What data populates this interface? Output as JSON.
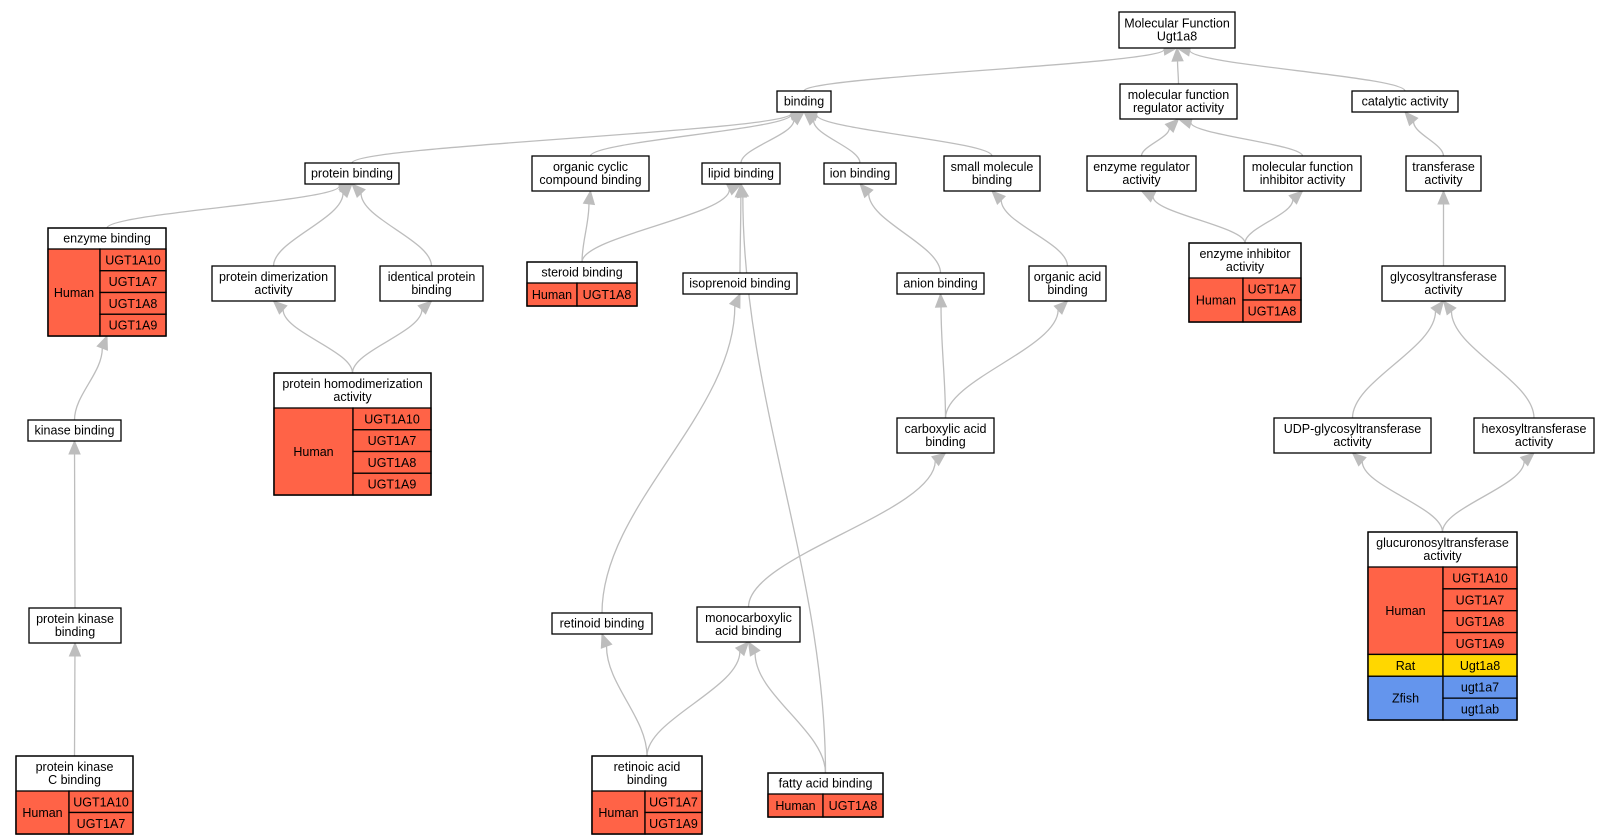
{
  "diagram": {
    "colors": {
      "Human": "#ff6347",
      "Rat": "#ffd700",
      "Zfish": "#6495ed",
      "edge": "#bdbdbd"
    },
    "nodes": [
      {
        "id": "mf",
        "lines": [
          "Molecular Function",
          "Ugt1a8"
        ]
      },
      {
        "id": "binding",
        "lines": [
          "binding"
        ]
      },
      {
        "id": "mfra",
        "lines": [
          "molecular function",
          "regulator activity"
        ]
      },
      {
        "id": "catalytic",
        "lines": [
          "catalytic activity"
        ]
      },
      {
        "id": "protein_binding",
        "lines": [
          "protein binding"
        ]
      },
      {
        "id": "organic_cyclic",
        "lines": [
          "organic cyclic",
          "compound binding"
        ]
      },
      {
        "id": "lipid_binding",
        "lines": [
          "lipid binding"
        ]
      },
      {
        "id": "ion_binding",
        "lines": [
          "ion binding"
        ]
      },
      {
        "id": "small_molecule",
        "lines": [
          "small molecule",
          "binding"
        ]
      },
      {
        "id": "enzyme_regulator",
        "lines": [
          "enzyme regulator",
          "activity"
        ]
      },
      {
        "id": "mf_inhibitor",
        "lines": [
          "molecular function",
          "inhibitor activity"
        ]
      },
      {
        "id": "transferase",
        "lines": [
          "transferase",
          "activity"
        ]
      },
      {
        "id": "enzyme_binding",
        "lines": [
          "enzyme binding"
        ],
        "species": [
          {
            "name": "Human",
            "genes": [
              "UGT1A10",
              "UGT1A7",
              "UGT1A8",
              "UGT1A9"
            ]
          }
        ]
      },
      {
        "id": "protein_dimerization",
        "lines": [
          "protein dimerization",
          "activity"
        ]
      },
      {
        "id": "identical_protein",
        "lines": [
          "identical protein",
          "binding"
        ]
      },
      {
        "id": "steroid_binding",
        "lines": [
          "steroid binding"
        ],
        "species": [
          {
            "name": "Human",
            "genes": [
              "UGT1A8"
            ]
          }
        ]
      },
      {
        "id": "isoprenoid_binding",
        "lines": [
          "isoprenoid binding"
        ]
      },
      {
        "id": "anion_binding",
        "lines": [
          "anion binding"
        ]
      },
      {
        "id": "organic_acid",
        "lines": [
          "organic acid",
          "binding"
        ]
      },
      {
        "id": "enzyme_inhibitor",
        "lines": [
          "enzyme inhibitor",
          "activity"
        ],
        "species": [
          {
            "name": "Human",
            "genes": [
              "UGT1A7",
              "UGT1A8"
            ]
          }
        ]
      },
      {
        "id": "glycosyltransferase",
        "lines": [
          "glycosyltransferase",
          "activity"
        ]
      },
      {
        "id": "protein_homodimerization",
        "lines": [
          "protein homodimerization",
          "activity"
        ],
        "species": [
          {
            "name": "Human",
            "genes": [
              "UGT1A10",
              "UGT1A7",
              "UGT1A8",
              "UGT1A9"
            ]
          }
        ]
      },
      {
        "id": "kinase_binding",
        "lines": [
          "kinase binding"
        ]
      },
      {
        "id": "carboxylic_acid",
        "lines": [
          "carboxylic acid",
          "binding"
        ]
      },
      {
        "id": "udp_glycosyltransferase",
        "lines": [
          "UDP-glycosyltransferase",
          "activity"
        ]
      },
      {
        "id": "hexosyltransferase",
        "lines": [
          "hexosyltransferase",
          "activity"
        ]
      },
      {
        "id": "glucuronosyltransferase",
        "lines": [
          "glucuronosyltransferase",
          "activity"
        ],
        "species": [
          {
            "name": "Human",
            "genes": [
              "UGT1A10",
              "UGT1A7",
              "UGT1A8",
              "UGT1A9"
            ]
          },
          {
            "name": "Rat",
            "genes": [
              "Ugt1a8"
            ]
          },
          {
            "name": "Zfish",
            "genes": [
              "ugt1a7",
              "ugt1ab"
            ]
          }
        ]
      },
      {
        "id": "protein_kinase_binding",
        "lines": [
          "protein kinase",
          "binding"
        ]
      },
      {
        "id": "retinoid_binding",
        "lines": [
          "retinoid binding"
        ]
      },
      {
        "id": "monocarboxylic_acid",
        "lines": [
          "monocarboxylic",
          "acid binding"
        ]
      },
      {
        "id": "pkc_binding",
        "lines": [
          "protein kinase",
          "C binding"
        ],
        "species": [
          {
            "name": "Human",
            "genes": [
              "UGT1A10",
              "UGT1A7"
            ]
          }
        ]
      },
      {
        "id": "retinoic_acid",
        "lines": [
          "retinoic acid",
          "binding"
        ],
        "species": [
          {
            "name": "Human",
            "genes": [
              "UGT1A7",
              "UGT1A9"
            ]
          }
        ]
      },
      {
        "id": "fatty_acid",
        "lines": [
          "fatty acid binding"
        ],
        "species": [
          {
            "name": "Human",
            "genes": [
              "UGT1A8"
            ]
          }
        ]
      }
    ],
    "edges": [
      {
        "from": "binding",
        "to": "mf"
      },
      {
        "from": "mfra",
        "to": "mf"
      },
      {
        "from": "catalytic",
        "to": "mf"
      },
      {
        "from": "protein_binding",
        "to": "binding"
      },
      {
        "from": "organic_cyclic",
        "to": "binding"
      },
      {
        "from": "lipid_binding",
        "to": "binding"
      },
      {
        "from": "ion_binding",
        "to": "binding"
      },
      {
        "from": "small_molecule",
        "to": "binding"
      },
      {
        "from": "enzyme_regulator",
        "to": "mfra"
      },
      {
        "from": "mf_inhibitor",
        "to": "mfra"
      },
      {
        "from": "transferase",
        "to": "catalytic"
      },
      {
        "from": "enzyme_binding",
        "to": "protein_binding"
      },
      {
        "from": "protein_dimerization",
        "to": "protein_binding"
      },
      {
        "from": "identical_protein",
        "to": "protein_binding"
      },
      {
        "from": "steroid_binding",
        "to": "organic_cyclic"
      },
      {
        "from": "steroid_binding",
        "to": "lipid_binding"
      },
      {
        "from": "isoprenoid_binding",
        "to": "lipid_binding"
      },
      {
        "from": "fatty_acid",
        "to": "lipid_binding"
      },
      {
        "from": "anion_binding",
        "to": "ion_binding"
      },
      {
        "from": "organic_acid",
        "to": "small_molecule"
      },
      {
        "from": "enzyme_inhibitor",
        "to": "enzyme_regulator"
      },
      {
        "from": "enzyme_inhibitor",
        "to": "mf_inhibitor"
      },
      {
        "from": "glycosyltransferase",
        "to": "transferase"
      },
      {
        "from": "protein_homodimerization",
        "to": "protein_dimerization"
      },
      {
        "from": "protein_homodimerization",
        "to": "identical_protein"
      },
      {
        "from": "kinase_binding",
        "to": "enzyme_binding"
      },
      {
        "from": "carboxylic_acid",
        "to": "anion_binding"
      },
      {
        "from": "carboxylic_acid",
        "to": "organic_acid"
      },
      {
        "from": "udp_glycosyltransferase",
        "to": "glycosyltransferase"
      },
      {
        "from": "hexosyltransferase",
        "to": "glycosyltransferase"
      },
      {
        "from": "glucuronosyltransferase",
        "to": "udp_glycosyltransferase"
      },
      {
        "from": "glucuronosyltransferase",
        "to": "hexosyltransferase"
      },
      {
        "from": "protein_kinase_binding",
        "to": "kinase_binding"
      },
      {
        "from": "retinoid_binding",
        "to": "isoprenoid_binding"
      },
      {
        "from": "monocarboxylic_acid",
        "to": "carboxylic_acid"
      },
      {
        "from": "pkc_binding",
        "to": "protein_kinase_binding"
      },
      {
        "from": "retinoic_acid",
        "to": "retinoid_binding"
      },
      {
        "from": "retinoic_acid",
        "to": "monocarboxylic_acid"
      },
      {
        "from": "fatty_acid",
        "to": "monocarboxylic_acid"
      }
    ]
  }
}
